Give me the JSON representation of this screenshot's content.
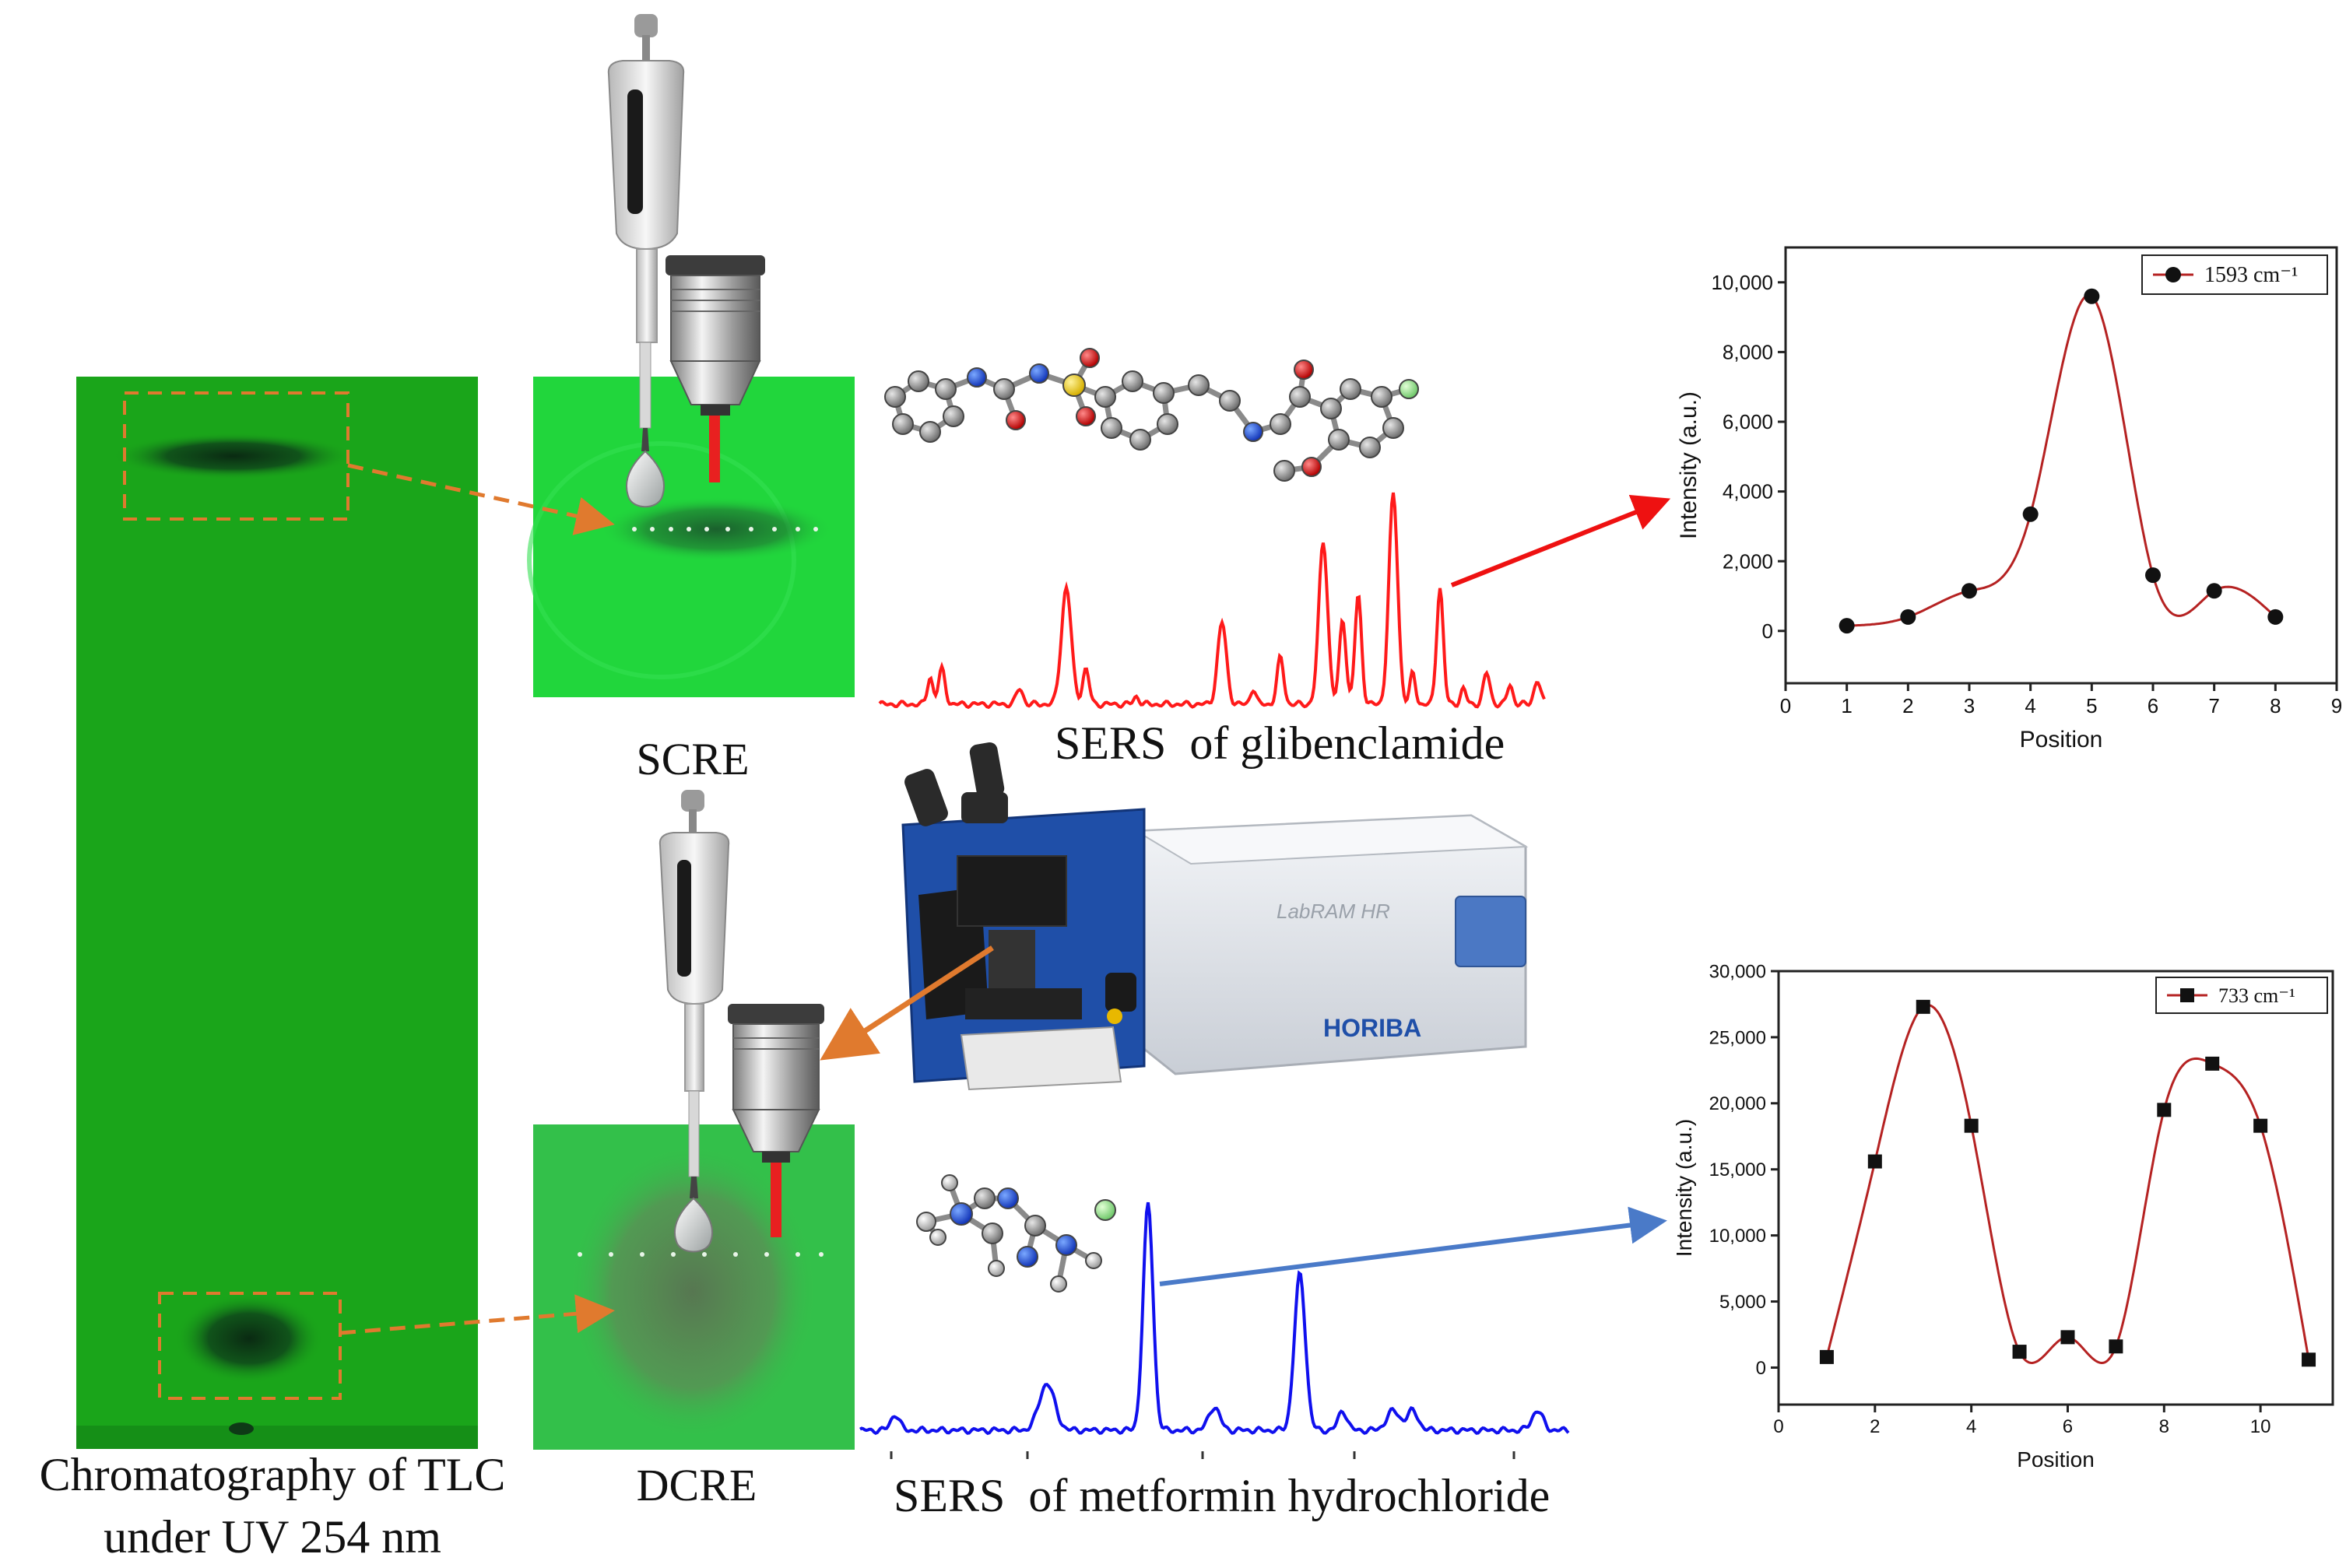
{
  "labels": {
    "tlc_caption_line1": "Chromatography of TLC",
    "tlc_caption_line2": "under UV 254 nm",
    "scre": "SCRE",
    "dcre": "DCRE",
    "sers_glibenclamide": "SERS  of glibenclamide",
    "sers_metformin": "SERS  of metformin hydrochloride",
    "instrument_brand": "HORIBA",
    "instrument_model": "LabRAM HR"
  },
  "colors": {
    "tlc_green": "#1aa51a",
    "spot_green": "#21d63c",
    "glibenclamide_spectrum": "#ff1a1a",
    "metformin_spectrum": "#1010ee",
    "arrow_orange": "#e07a2e",
    "arrow_red": "#ee1111",
    "arrow_blue": "#4a7ac8",
    "fit_curve": "#b52222"
  },
  "chart_data": [
    {
      "type": "scatter",
      "title": "",
      "legend": "1593 cm⁻¹",
      "legend_position": "top-right",
      "marker": "circle",
      "xlabel": "Position",
      "ylabel": "Intensity (a.u.)",
      "xlim": [
        0,
        9
      ],
      "ylim": [
        -1500,
        11000
      ],
      "xticks": [
        0,
        1,
        2,
        3,
        4,
        5,
        6,
        7,
        8,
        9
      ],
      "yticks": [
        0,
        2000,
        4000,
        6000,
        8000,
        10000
      ],
      "ytick_labels": [
        "0",
        "2,000",
        "4,000",
        "6,000",
        "8,000",
        "10,000"
      ],
      "x": [
        1,
        2,
        3,
        4,
        5,
        6,
        7,
        8
      ],
      "y": [
        150,
        400,
        1150,
        3350,
        9600,
        1600,
        1150,
        400
      ]
    },
    {
      "type": "scatter",
      "title": "",
      "legend": "733 cm⁻¹",
      "legend_position": "top-right",
      "marker": "square",
      "xlabel": "Position",
      "ylabel": "Intensity (a.u.)",
      "xlim": [
        0,
        11.5
      ],
      "ylim": [
        -2800,
        30000
      ],
      "xticks": [
        0,
        2,
        4,
        6,
        8,
        10
      ],
      "yticks": [
        0,
        5000,
        10000,
        15000,
        20000,
        25000,
        30000
      ],
      "ytick_labels": [
        "0",
        "5,000",
        "10,000",
        "15,000",
        "20,000",
        "25,000",
        "30,000"
      ],
      "x": [
        1,
        2,
        3,
        4,
        5,
        6,
        7,
        8,
        9,
        10,
        11
      ],
      "y": [
        800,
        15600,
        27300,
        18300,
        1200,
        2300,
        1600,
        19500,
        23000,
        18300,
        600
      ]
    }
  ]
}
